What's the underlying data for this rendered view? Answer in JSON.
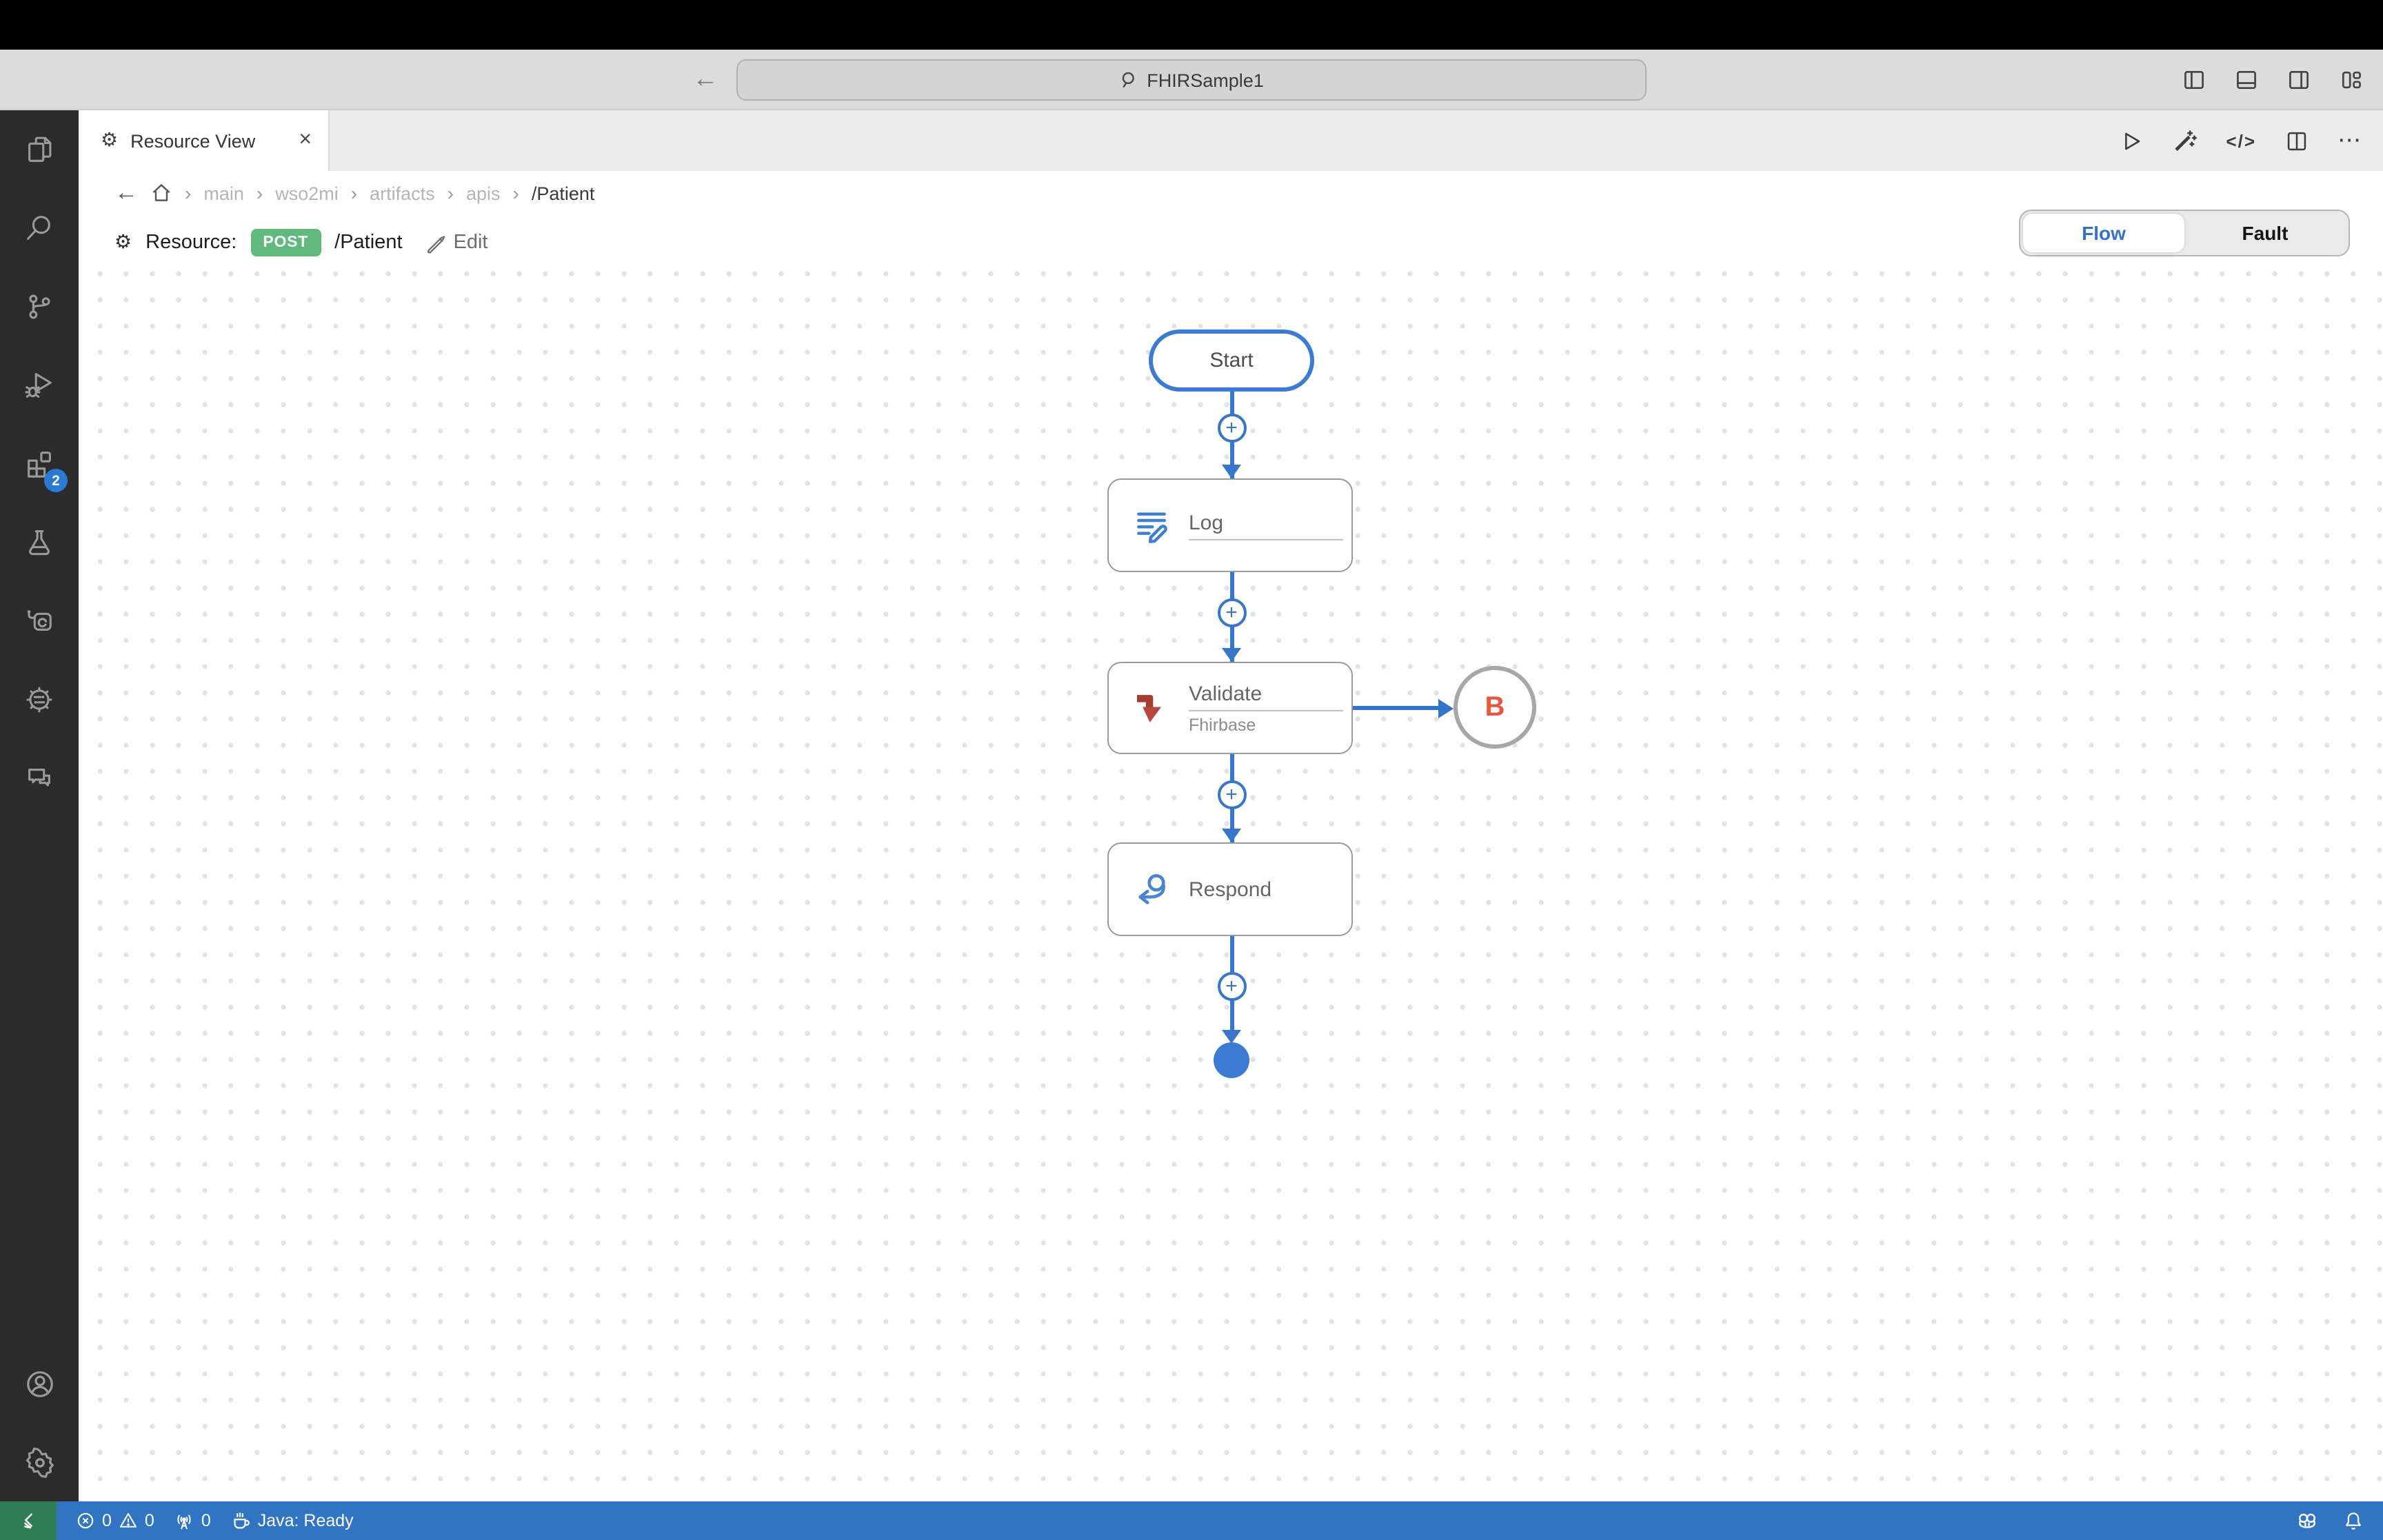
{
  "titlebar": {
    "search_text": "FHIRSample1"
  },
  "tab": {
    "title": "Resource View"
  },
  "breadcrumb": {
    "items": [
      "main",
      "wso2mi",
      "artifacts",
      "apis",
      "/Patient"
    ]
  },
  "resource": {
    "label": "Resource:",
    "method": "POST",
    "path": "/Patient",
    "edit": "Edit"
  },
  "view_toggle": {
    "flow": "Flow",
    "fault": "Fault",
    "active": "Flow"
  },
  "diagram": {
    "start": "Start",
    "nodes": [
      {
        "title": "Log",
        "subtitle": ""
      },
      {
        "title": "Validate",
        "subtitle": "Fhirbase"
      },
      {
        "title": "Respond",
        "subtitle": ""
      }
    ],
    "branch_badge": "B"
  },
  "activity_bar": {
    "extensions_badge": "2",
    "icon_names": [
      "explorer-files",
      "search",
      "source-control",
      "run-debug",
      "extensions",
      "test-flask",
      "mi-copilot",
      "micro-integrator",
      "comments",
      "account",
      "settings-gear"
    ]
  },
  "status_bar": {
    "errors": "0",
    "warnings": "0",
    "ports": "0",
    "java_status": "Java: Ready"
  },
  "icons": {
    "close": "×",
    "separator": "›",
    "back_arrow": "←",
    "forward_arrow": "→",
    "gear": "⚙",
    "code": "</>",
    "ellipsis": "⋯",
    "plus": "+"
  },
  "colors": {
    "flow_blue": "#3776cb",
    "status_blue": "#3174c4",
    "remote_green": "#2e7d55",
    "post_green": "#61b97e",
    "badge_blue": "#2a7ad4",
    "branch_red": "#e85540",
    "validate_red": "#b0403a",
    "activity_bg": "#2b2b2b"
  }
}
